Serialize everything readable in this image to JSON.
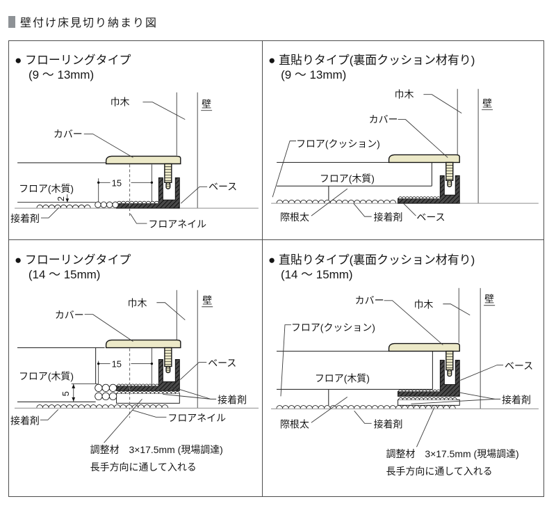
{
  "page": {
    "title": "壁付け床見切り納まり図"
  },
  "colors": {
    "cover_fill": "#ece9c8",
    "base_profile": "#3f3f3f",
    "title_square": "#8e9296",
    "line": "#1a1a1a"
  },
  "quadrants": [
    {
      "title": "● フローリングタイプ",
      "size": "(9 ～ 13mm)",
      "labels": {
        "baseboard": "巾木",
        "wall": "壁",
        "cover": "カバー",
        "floor_wood": "フロア(木質)",
        "base": "ベース",
        "adhesive": "接着剤",
        "floor_nail": "フロアネイル",
        "dim_15": "15",
        "dim_2": "2"
      }
    },
    {
      "title": "● 直貼りタイプ(裏面クッション材有り)",
      "size": "(9 ～ 13mm)",
      "labels": {
        "baseboard": "巾木",
        "wall": "壁",
        "cover": "カバー",
        "floor_cushion": "フロア(クッション)",
        "floor_wood": "フロア(木質)",
        "edge_joist": "際根太",
        "adhesive": "接着剤",
        "base": "ベース"
      }
    },
    {
      "title": "● フローリングタイプ",
      "size": "(14 ～ 15mm)",
      "labels": {
        "baseboard": "巾木",
        "wall": "壁",
        "cover": "カバー",
        "floor_wood": "フロア(木質)",
        "base": "ベース",
        "adhesive_left": "接着剤",
        "adhesive_right": "接着剤",
        "floor_nail": "フロアネイル",
        "shim_line1": "調整材　3×17.5mm (現場調達)",
        "shim_line2": "長手方向に通して入れる",
        "dim_15": "15",
        "dim_5": "5"
      }
    },
    {
      "title": "● 直貼りタイプ(裏面クッション材有り)",
      "size": "(14 ～ 15mm)",
      "labels": {
        "baseboard": "巾木",
        "wall": "壁",
        "cover": "カバー",
        "floor_cushion": "フロア(クッション)",
        "floor_wood": "フロア(木質)",
        "edge_joist": "際根太",
        "adhesive_bottom": "接着剤",
        "adhesive_right": "接着剤",
        "base": "ベース",
        "shim_line1": "調整材　3×17.5mm (現場調達)",
        "shim_line2": "長手方向に通して入れる"
      }
    }
  ]
}
